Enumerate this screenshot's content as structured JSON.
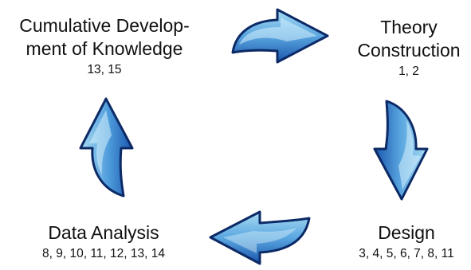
{
  "nodes": {
    "cumulative": {
      "title_line1": "Cumulative Develop-",
      "title_line2": "ment of Knowledge",
      "refs": "13, 15"
    },
    "theory": {
      "title_line1": "Theory",
      "title_line2": "Construction",
      "refs": "1, 2"
    },
    "design": {
      "title": "Design",
      "refs": "3, 4, 5, 6, 7, 8, 11"
    },
    "analysis": {
      "title": "Data Analysis",
      "refs": "8, 9, 10, 11, 12, 13, 14"
    }
  },
  "colors": {
    "arrow_fill_light": "#9fd6f2",
    "arrow_fill_dark": "#1f63b8",
    "arrow_stroke": "#0c2a66",
    "text": "#111111"
  },
  "icons": [
    "curved-arrow-icon"
  ]
}
